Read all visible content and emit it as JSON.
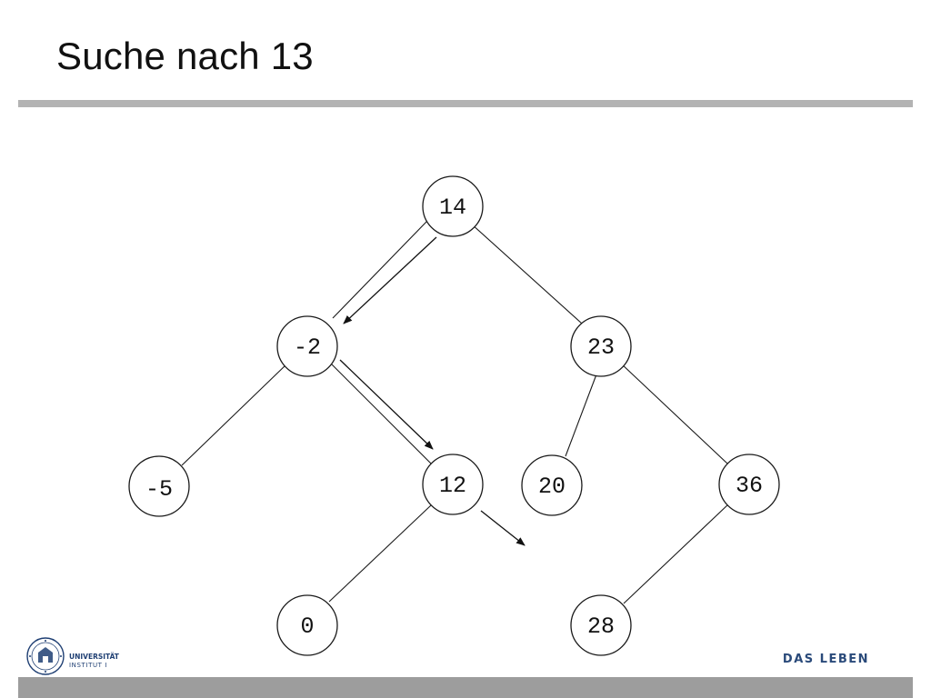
{
  "slide": {
    "title": "Suche nach 13"
  },
  "tree": {
    "nodes": [
      {
        "id": "n14",
        "label": "14"
      },
      {
        "id": "nm2",
        "label": "-2"
      },
      {
        "id": "n23",
        "label": "23"
      },
      {
        "id": "nm5",
        "label": "-5"
      },
      {
        "id": "n12",
        "label": "12"
      },
      {
        "id": "n20",
        "label": "20"
      },
      {
        "id": "n36",
        "label": "36"
      },
      {
        "id": "n0",
        "label": "0"
      },
      {
        "id": "n28",
        "label": "28"
      }
    ],
    "edges": [
      [
        "n14",
        "nm2"
      ],
      [
        "n14",
        "n23"
      ],
      [
        "nm2",
        "nm5"
      ],
      [
        "nm2",
        "n12"
      ],
      [
        "n23",
        "n20"
      ],
      [
        "n23",
        "n36"
      ],
      [
        "n12",
        "n0"
      ],
      [
        "n36",
        "n28"
      ]
    ],
    "search_path": [
      "n14",
      "nm2",
      "n12",
      "empty-right-child-of-12"
    ]
  },
  "footer": {
    "logo_line1": "UNIVERSITÄT",
    "logo_line2": "INSTITUT I",
    "tagline": "DAS LEBEN",
    "accent_color": "#1f3f73",
    "bar_color": "#9d9d9d"
  }
}
